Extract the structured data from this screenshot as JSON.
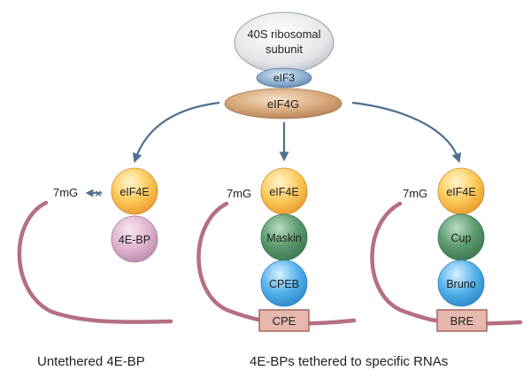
{
  "top": {
    "ribosome_line1": "40S ribosomal",
    "ribosome_line2": "subunit",
    "eif3": "eIF3",
    "eif4g": "eIF4G"
  },
  "panels": [
    {
      "cap": "7mG",
      "factor": "eIF4E",
      "binders": [
        "4E-BP"
      ],
      "element": "",
      "blocked": true
    },
    {
      "cap": "7mG",
      "factor": "eIF4E",
      "binders": [
        "Maskin",
        "CPEB"
      ],
      "element": "CPE",
      "blocked": false
    },
    {
      "cap": "7mG",
      "factor": "eIF4E",
      "binders": [
        "Cup",
        "Bruno"
      ],
      "element": "BRE",
      "blocked": false
    }
  ],
  "captions": {
    "left": "Untethered 4E-BP",
    "right": "4E-BPs tethered to specific RNAs"
  },
  "colors": {
    "mrna": "#b56f80",
    "eif4e_top": "#fde7a2",
    "eif4e_bottom": "#f2a93a",
    "fourebp": "#d9a8c6",
    "maskin_cup": "#4f8d63",
    "cpeb_bruno": "#3d9fdb",
    "element_box": "#e6b7ad",
    "element_border": "#a8655f",
    "arrow": "#4f6f8f",
    "ribosome": "#dfe2e5",
    "eif3": "#7fa4c8",
    "eif4g": "#d7ac80"
  }
}
